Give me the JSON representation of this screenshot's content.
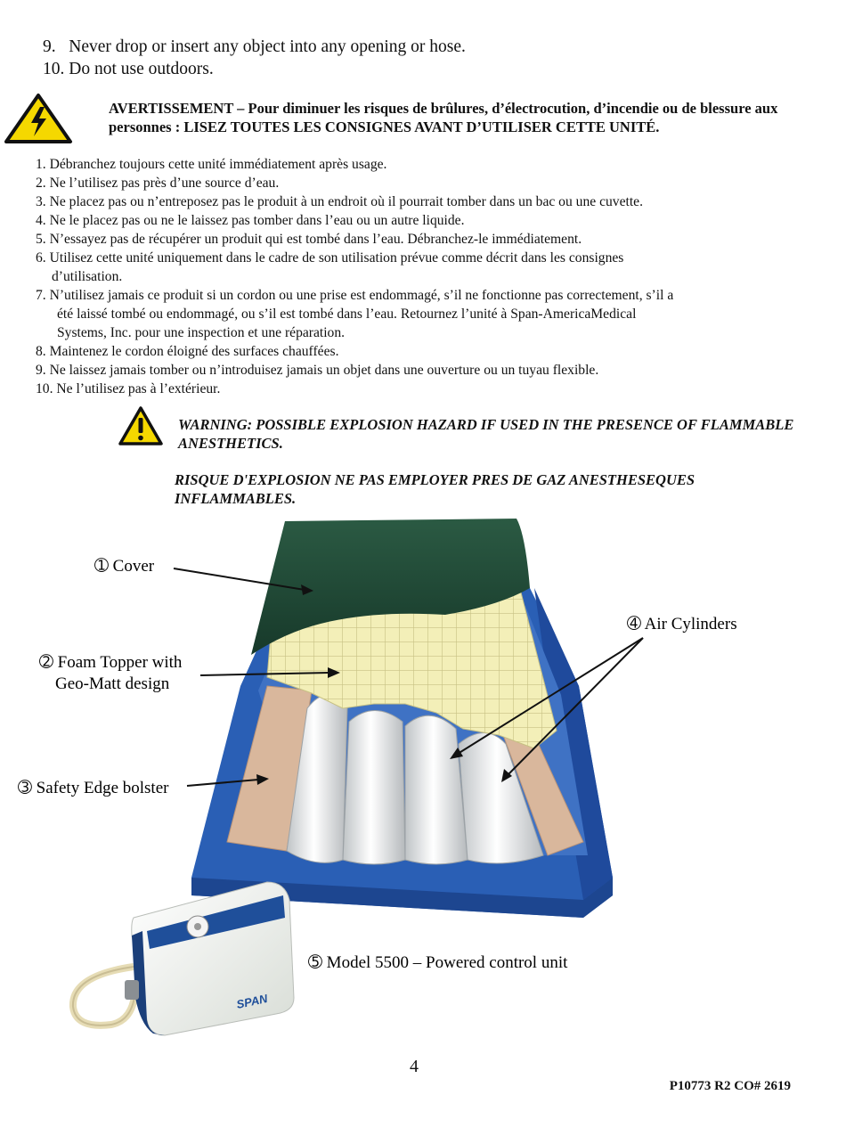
{
  "english_list": [
    {
      "num": "9.",
      "text": "Never drop or insert any object into any opening or hose."
    },
    {
      "num": "10.",
      "text": "Do not use outdoors."
    }
  ],
  "avertissement": {
    "lead": "AVERTISSEMENT – Pour diminuer les risques de brûlures, d’électrocution, d’incendie ou de blessure aux personnes : ",
    "rest": "LISEZ TOUTES LES CONSIGNES AVANT D’UTILISER CETTE UNITÉ."
  },
  "french_list": [
    "1. Débranchez toujours cette unité immédiatement après usage.",
    "2. Ne l’utilisez pas près d’une source d’eau.",
    "3. Ne placez pas ou n’entreposez pas le produit à un endroit où il pourrait tomber dans un bac ou une cuvette.",
    "4. Ne le placez pas ou ne le laissez pas tomber dans l’eau ou un autre liquide.",
    "5. N’essayez pas de récupérer un produit qui est tombé dans l’eau. Débranchez-le immédiatement.",
    "6. Utilisez cette unité uniquement dans le cadre de son utilisation prévue comme décrit dans les consignes",
    "d’utilisation.",
    "7. N’utilisez jamais ce produit si un cordon ou une prise est endommagé, s’il ne fonctionne pas correctement, s’il a",
    "été laissé tombé ou endommagé, ou s’il est tombé dans l’eau. Retournez l’unité à Span-AmericaMedical",
    "Systems, Inc. pour une inspection et une réparation.",
    "8. Maintenez le cordon éloigné des surfaces chauffées.",
    "9. Ne laissez jamais tomber ou n’introduisez jamais un objet dans une ouverture ou un tuyau flexible.",
    "10. Ne l’utilisez pas à l’extérieur."
  ],
  "explosion_warning": {
    "english": "WARNING: POSSIBLE EXPLOSION HAZARD IF USED IN THE PRESENCE OF FLAMMABLE ANESTHETICS.",
    "french": "RISQUE D'EXPLOSION NE PAS EMPLOYER PRES DE GAZ ANESTHESEQUES INFLAMMABLES."
  },
  "diagram_labels": {
    "cover": "➀ Cover",
    "foam_line1": "➁ Foam Topper with",
    "foam_line2": "Geo-Matt design",
    "bolster": "➂ Safety Edge bolster",
    "air": "➃ Air Cylinders",
    "model": "➄  Model 5500 – Powered control unit"
  },
  "control_unit_brand": "SPAN",
  "page_number": "4",
  "document_code": "P10773 R2 CO# 2619",
  "icons": [
    "electric-hazard-icon",
    "caution-exclamation-icon"
  ],
  "colors": {
    "warning_yellow": "#f5d800",
    "mattress_blue": "#2a5fb5",
    "cover_green": "#1e4a35",
    "foam_yellow": "#f3efb8"
  }
}
